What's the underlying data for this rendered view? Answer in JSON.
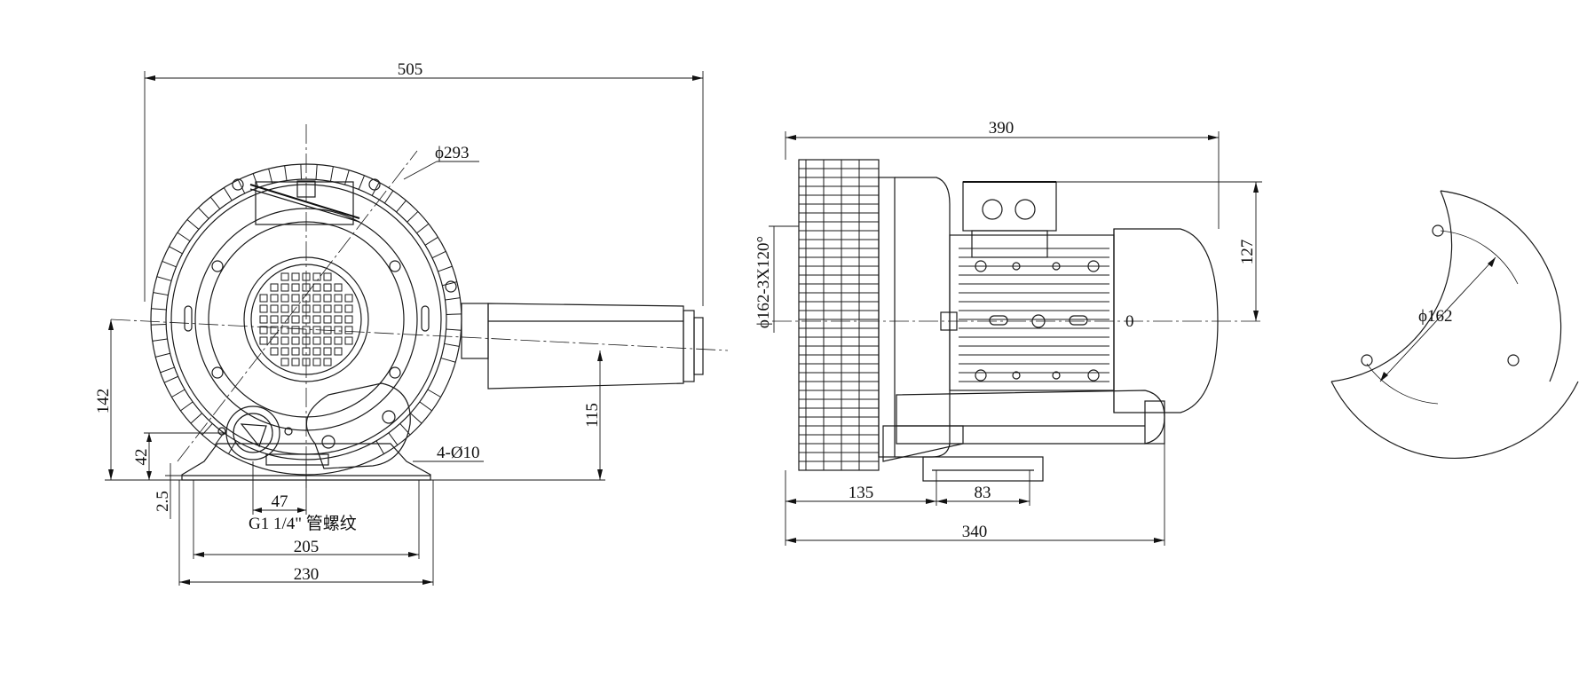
{
  "dimensions": {
    "front_width": "505",
    "diameter_housing": "ϕ293",
    "height_center": "142",
    "outlet_height": "115",
    "base_height": "42",
    "base_thickness": "2.5",
    "port_offset": "47",
    "thread_note": "G1 1/4\" 管螺纹",
    "mount_holes": "4-Ø10",
    "base_inner": "205",
    "base_outer": "230",
    "side_length": "390",
    "side_height": "127",
    "flange_note": "ϕ162-3X120°",
    "side_foot_front": "135",
    "side_foot_gap": "83",
    "side_base": "340",
    "zero_mark": "0",
    "flange_diameter": "ϕ162"
  }
}
